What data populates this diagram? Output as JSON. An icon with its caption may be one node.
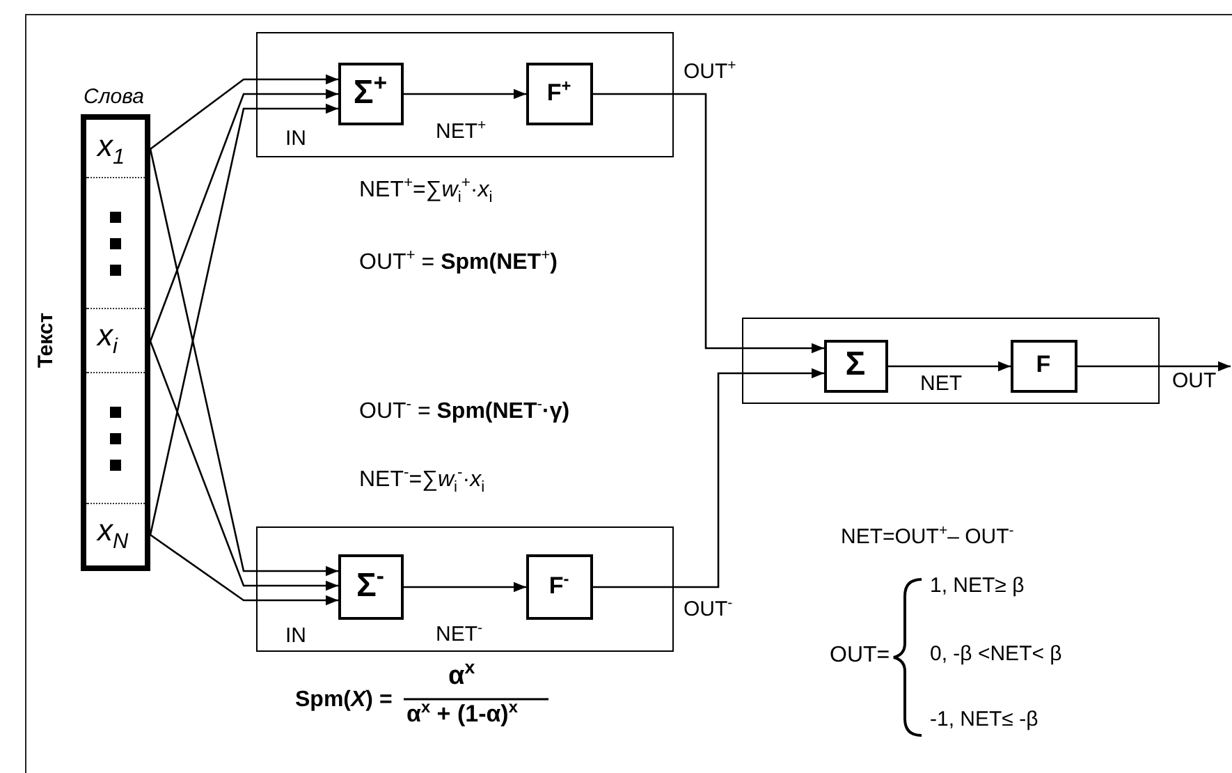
{
  "diagram": {
    "nodes": [
      {
        "text": [
          "Слова"
        ],
        "beside": [
          "Текст"
        ]
      },
      {
        "text": [
          "x$_{1}$"
        ],
        "in": 0
      },
      {
        "text": [],
        "shape": "box",
        "in": 0
      },
      {
        "text": [
          "x$_{i}$"
        ],
        "in": 0
      },
      {
        "text": [],
        "shape": "box",
        "in": 0
      },
      {
        "text": [
          "x$_{N}$"
        ],
        "in": 0
      },
      {
        "text": [
          "IN"
        ]
      },
      {
        "text": [
          "Σ$^{+}$"
        ],
        "in": 6
      },
      {
        "text": [
          "F$^{+}$"
        ],
        "in": 6
      },
      {
        "text": [
          "IN"
        ]
      },
      {
        "text": [
          "Σ$^{-}$"
        ],
        "in": 9
      },
      {
        "text": [
          "F$^{-}$"
        ],
        "in": 9
      },
      {
        "text": [],
        "shape": "box"
      },
      {
        "text": [
          "Σ"
        ],
        "in": 12
      },
      {
        "text": [
          "F"
        ],
        "in": 12
      }
    ],
    "edges": [
      {
        "from": 1,
        "to": 7,
        "arrow": "to"
      },
      {
        "from": 3,
        "to": 7,
        "arrow": "to"
      },
      {
        "from": 5,
        "to": 7,
        "arrow": "to"
      },
      {
        "from": 1,
        "to": 10,
        "arrow": "to"
      },
      {
        "from": 3,
        "to": 10,
        "arrow": "to"
      },
      {
        "from": 5,
        "to": 10,
        "arrow": "to"
      },
      {
        "from": 7,
        "to": 8,
        "arrow": "to",
        "label": "NET$^{+}$"
      },
      {
        "from": 10,
        "to": 11,
        "arrow": "to",
        "label": "NET$^{-}$"
      },
      {
        "from": 8,
        "to": 13,
        "arrow": "to",
        "label": "OUT$^{+}$"
      },
      {
        "from": 11,
        "to": 13,
        "arrow": "to",
        "label": "OUT$^{-}$"
      },
      {
        "from": 13,
        "to": 14,
        "arrow": "to",
        "label": "NET"
      },
      {
        "from": 14,
        "to": null,
        "arrow": "to",
        "label": "OUT"
      }
    ],
    "labels": [
      "NET$^{+}$=∑*w*$_{i}$$^{+}$·*x*$_{i}$",
      "OUT$^{+}$ = **Spm(NET**$^{+}$**)**",
      "OUT$^{-}$ = **Spm(NET**$^{-}$**·γ)**",
      "NET$^{-}$=∑*w*$_{i}$$^{-}$·*x*$_{i}$",
      "NET=OUT$^{+}$– OUT$^{-}$",
      "OUT=",
      "1, NET≥ β",
      "0, -β <NET< β",
      "-1, NET≤ -β",
      "Spm(*X*) =",
      "α$^{x}$",
      "α$^{x}$ + (1-α)$^{x}$"
    ]
  }
}
